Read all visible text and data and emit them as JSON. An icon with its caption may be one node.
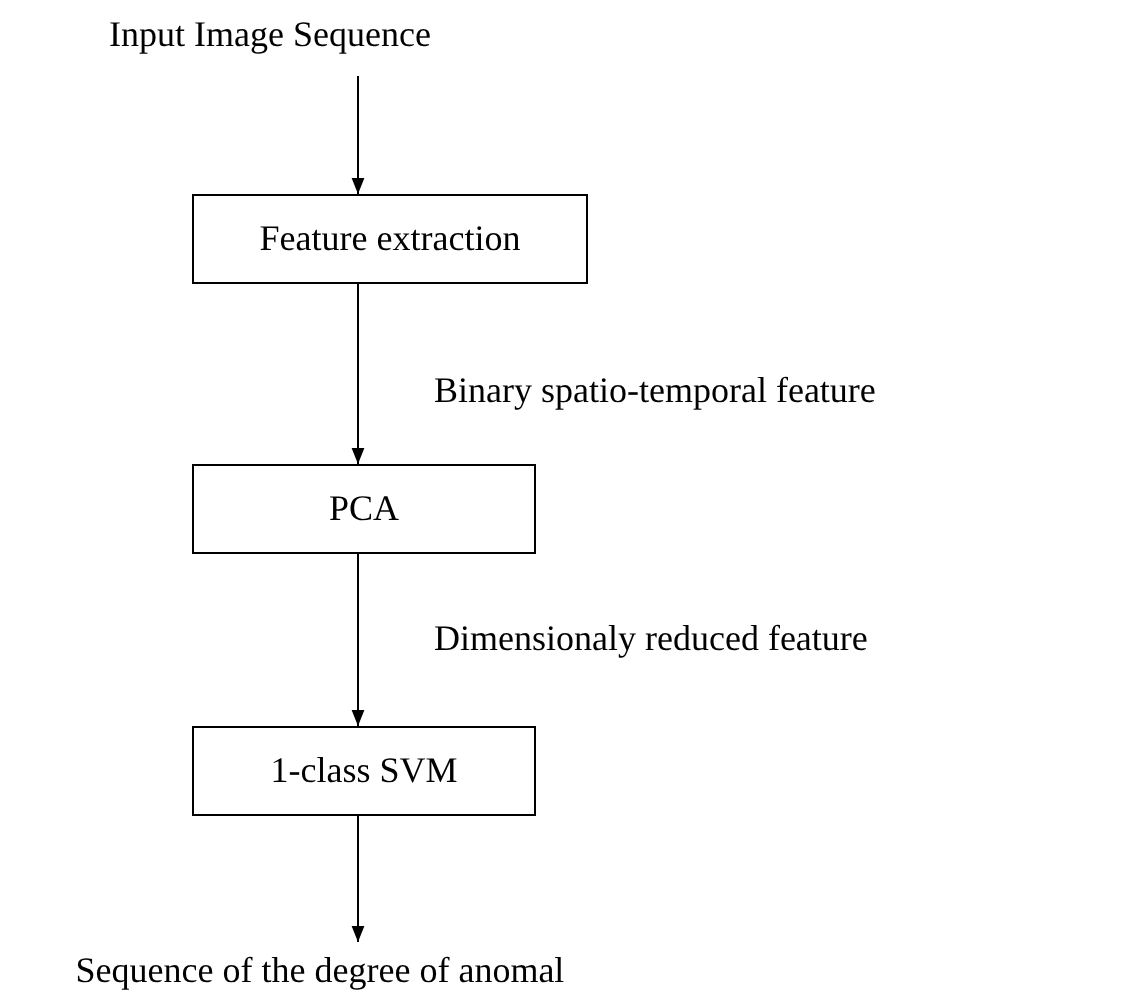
{
  "diagram": {
    "nodes": [
      {
        "text": [
          "Input Image Sequence"
        ]
      },
      {
        "text": [
          "Feature extraction"
        ]
      },
      {
        "text": [
          "PCA"
        ]
      },
      {
        "text": [
          "1-class SVM"
        ]
      },
      {
        "text": [
          "Sequence of the degree of anomal"
        ]
      }
    ],
    "edges": [
      {
        "from": 0,
        "to": 1,
        "arrow": "to"
      },
      {
        "from": 1,
        "to": 2,
        "arrow": "to",
        "label": "Binary spatio-temporal feature"
      },
      {
        "from": 2,
        "to": 3,
        "arrow": "to",
        "label": "Dimensionaly reduced feature"
      },
      {
        "from": 3,
        "to": 4,
        "arrow": "to"
      }
    ]
  }
}
